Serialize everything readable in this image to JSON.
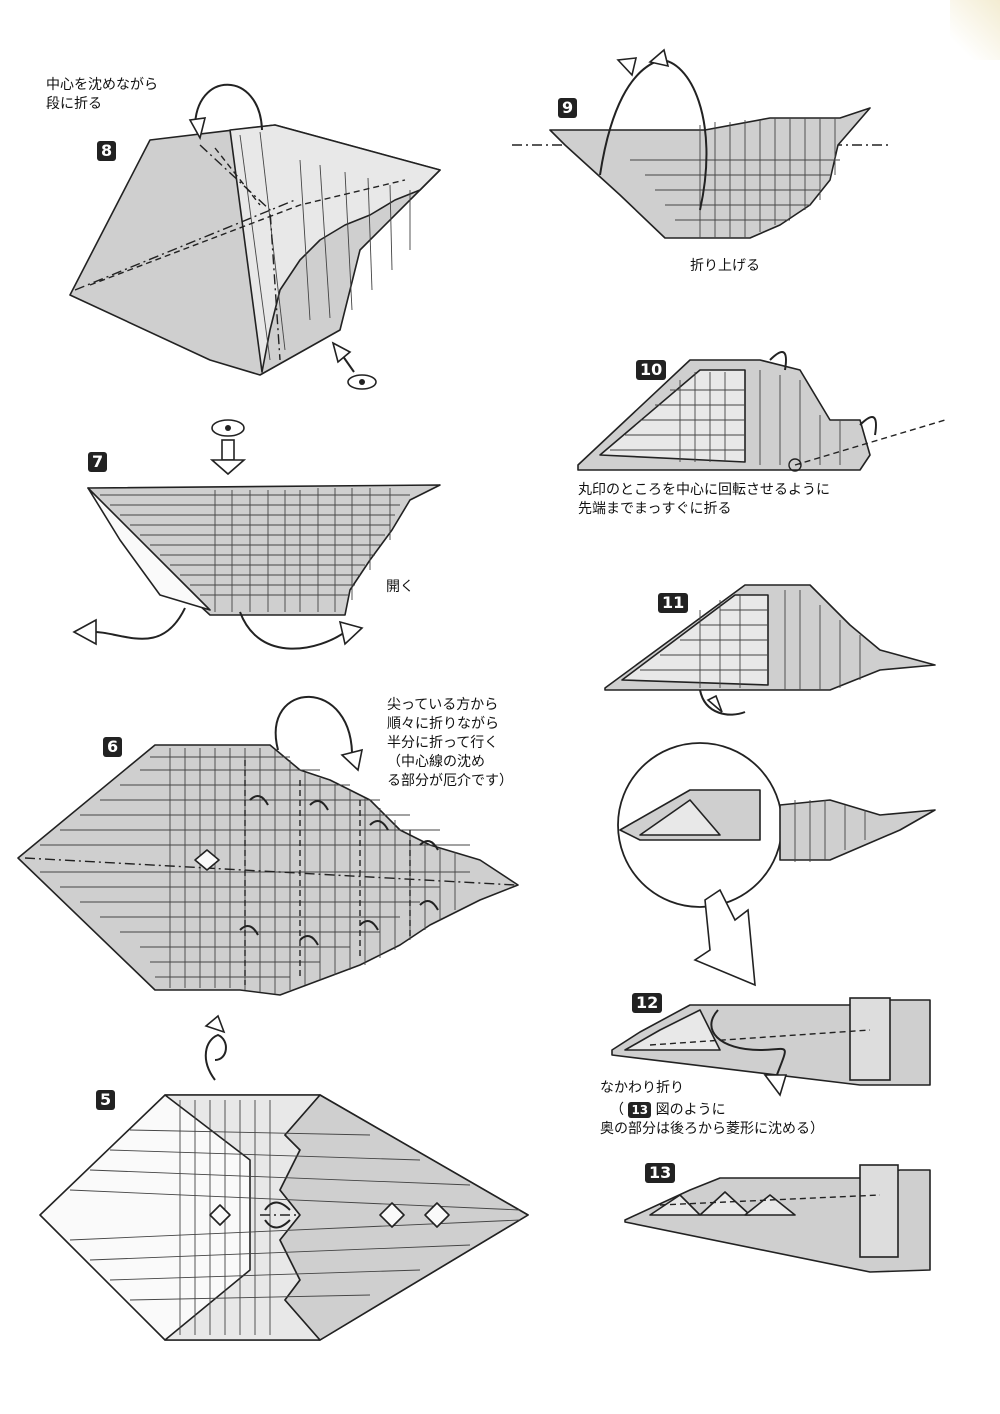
{
  "steps": {
    "s5": {
      "label": "5"
    },
    "s6": {
      "label": "6",
      "caption": "尖っている方から\n順々に折りながら\n半分に折って行く\n（中心線の沈め\nる部分が厄介です）"
    },
    "s7": {
      "label": "7",
      "caption": "開く"
    },
    "s8": {
      "label": "8",
      "caption": "中心を沈めながら\n段に折る"
    },
    "s9": {
      "label": "9",
      "caption": "折り上げる"
    },
    "s10": {
      "label": "10",
      "caption": "丸印のところを中心に回転させるように\n先端までまっすぐに折る"
    },
    "s11": {
      "label": "11"
    },
    "s12": {
      "label": "12",
      "caption_line1": "なかわり折り",
      "caption_ref": "13",
      "caption_line2": "図のように",
      "caption_line3": "奥の部分は後ろから菱形に沈める）"
    },
    "s13": {
      "label": "13"
    }
  },
  "icons": {
    "eye": "eye-icon",
    "flip": "flip-over-icon",
    "push": "push-arrow-icon"
  },
  "colors": {
    "paper": "#cfcfcf",
    "ink": "#222222",
    "badge": "#222222"
  }
}
